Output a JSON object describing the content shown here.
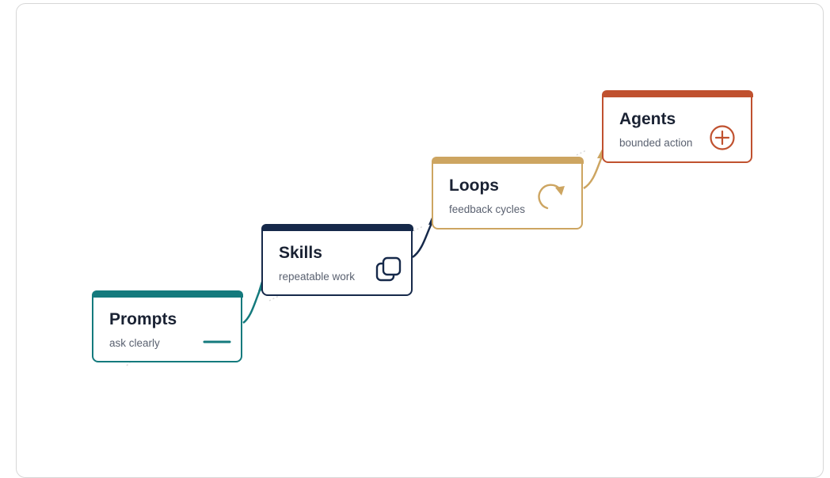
{
  "colors": {
    "teal": "#147a7d",
    "navy": "#16294a",
    "gold": "#cda561",
    "rust": "#c0512f"
  },
  "stages": [
    {
      "title": "Prompts",
      "subtitle": "ask clearly",
      "icon": "dash-icon"
    },
    {
      "title": "Skills",
      "subtitle": "repeatable work",
      "icon": "stacked-squares-icon"
    },
    {
      "title": "Loops",
      "subtitle": "feedback cycles",
      "icon": "cycle-arrow-icon"
    },
    {
      "title": "Agents",
      "subtitle": "bounded action",
      "icon": "circle-plus-icon"
    }
  ]
}
